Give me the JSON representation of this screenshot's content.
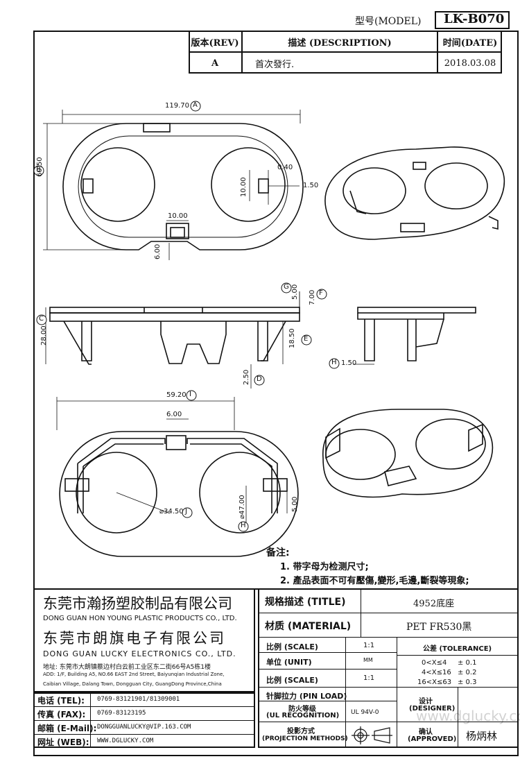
{
  "header": {
    "model_label": "型号(MODEL)",
    "model_value": "LK-B070",
    "rev_label": "版本(REV)",
    "desc_label": "描述 (DESCRIPTION)",
    "date_label": "时间(DATE)",
    "rev_value": "A",
    "desc_value": "首次發行.",
    "date_value": "2018.03.08"
  },
  "dims": {
    "d119": "119.70",
    "d6050": "60.50",
    "d1000a": "10.00",
    "d1000b": "10.00",
    "d600a": "6.00",
    "d040": "0.40",
    "d150a": "1.50",
    "d500a": "5.00",
    "d700": "7.00",
    "d2800": "28.00",
    "d1850": "18.50",
    "d250": "2.50",
    "d150b": "1.50",
    "d5920": "59.20",
    "d600b": "6.00",
    "d3450": "⌀34.50",
    "d4700": "⌀47.00",
    "d500b": "5.00"
  },
  "markers": {
    "A": "A",
    "B": "B",
    "C": "C",
    "D": "D",
    "E": "E",
    "F": "F",
    "G": "G",
    "H": "H",
    "I": "I",
    "J": "J"
  },
  "notes": {
    "heading": "备注:",
    "line1": "1. 带字母为检测尺寸;",
    "line2": "2. 產品表面不可有壓傷,變形,毛邊,斷裂等現象;"
  },
  "company": {
    "name_cn_1": "东莞市瀚扬塑胶制品有限公司",
    "name_en_1": "DONG GUAN HON YOUNG PLASTIC PRODUCTS CO., LTD.",
    "name_cn_2": "东莞市朗旗电子有限公司",
    "name_en_2": "DONG GUAN LUCKY ELECTRONICS CO., LTD.",
    "addr_cn": "地址: 东莞市大朗镇蔡边村白云前工业区东二街66号A5栋1楼",
    "addr_en_1": "ADD: 1/F, Building A5, NO.66 EAST 2nd Street, Baiyunqian Industrial Zone,",
    "addr_en_2": "Caibian Village, Dalang Town, Dongguan City, GuangDong Province,China",
    "tel_label": "电话 (TEL):",
    "tel_value": "0769-83121901/81309001",
    "fax_label": "传真 (FAX):",
    "fax_value": "0769-83123195",
    "mail_label": "邮箱 (E-Mail):",
    "mail_value": "DONGGUANLUCKY@VIP.163.COM",
    "web_label": "网址 (WEB):",
    "web_value": "WWW.DGLUCKY.COM"
  },
  "spec": {
    "title_label": "规格描述 (TITLE)",
    "title_value": "4952底座",
    "material_label": "材质 (MATERIAL)",
    "material_value": "PET FR530黑",
    "scale_label_1": "比例 (SCALE)",
    "scale_value_1": "1:1",
    "tolerance_label": "公差 (TOLERANCE)",
    "unit_label": "单位 (UNIT)",
    "unit_value": "MM",
    "scale_label_2": "比例 (SCALE)",
    "scale_value_2": "1:1",
    "tol_1_range": "0<X≤4",
    "tol_1_value": "± 0.1",
    "tol_2_range": "4<X≤16",
    "tol_2_value": "± 0.2",
    "tol_3_range": "16<X≤63",
    "tol_3_value": "± 0.3",
    "pin_label": "针脚拉力 (PIN LOAD)",
    "ul_label_1": "防火等级",
    "ul_label_2": "(UL RECOGNITION)",
    "ul_value": "UL 94V-0",
    "proj_label_1": "投影方式",
    "proj_label_2": "(PROJECTION METHODS)",
    "designer_label_1": "设计",
    "designer_label_2": "(DESIGNER)",
    "approved_label_1": "确认",
    "approved_label_2": "(APPROVED)",
    "approved_name": "杨炳林"
  },
  "watermark": "www.dglucky.com"
}
